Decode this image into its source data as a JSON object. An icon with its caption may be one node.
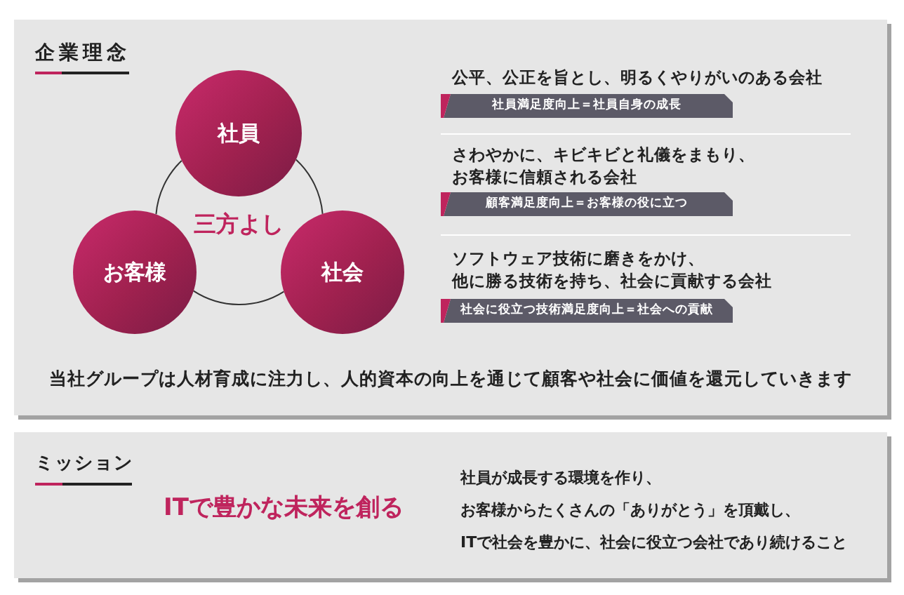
{
  "diagram": {
    "nodes": [
      {
        "text": [
          "企業理念"
        ]
      },
      {
        "text": [
          "社員"
        ],
        "in": 0
      },
      {
        "text": [
          "お客様"
        ],
        "in": 0
      },
      {
        "text": [
          "社会"
        ],
        "in": 0
      },
      {
        "text": [
          "社員満足度向上＝社員自身の成長"
        ],
        "in": 0
      },
      {
        "text": [
          "顧客満足度向上＝お客様の役に立つ"
        ],
        "in": 0
      },
      {
        "text": [
          "社会に役立つ技術満足度向上＝社会への貢献"
        ],
        "in": 0
      },
      {
        "text": [
          "ミッション"
        ]
      }
    ],
    "edges": [
      {
        "from": 1,
        "to": 3,
        "arrow": "none"
      },
      {
        "from": 3,
        "to": 2,
        "arrow": "none"
      },
      {
        "from": 2,
        "to": 1,
        "arrow": "none"
      }
    ],
    "labels": [
      "三方よし",
      "公平、公正を旨とし、明るくやりがいのある会社",
      "さわやかに、キビキビと礼儀をまもり、お客様に信頼される会社",
      "ソフトウェア技術に磨きをかけ、他に勝る技術を持ち、社会に貢献する会社",
      "当社グループは人材育成に注力し、人的資本の向上を通じて顧客や社会に価値を還元していきます",
      "ITで豊かな未来を創る",
      "社員が成長する環境を作り、",
      "お客様からたくさんの「ありがとう」を頂戴し、",
      "ITで社会を豊かに、社会に役立つ会社であり続けること"
    ]
  }
}
